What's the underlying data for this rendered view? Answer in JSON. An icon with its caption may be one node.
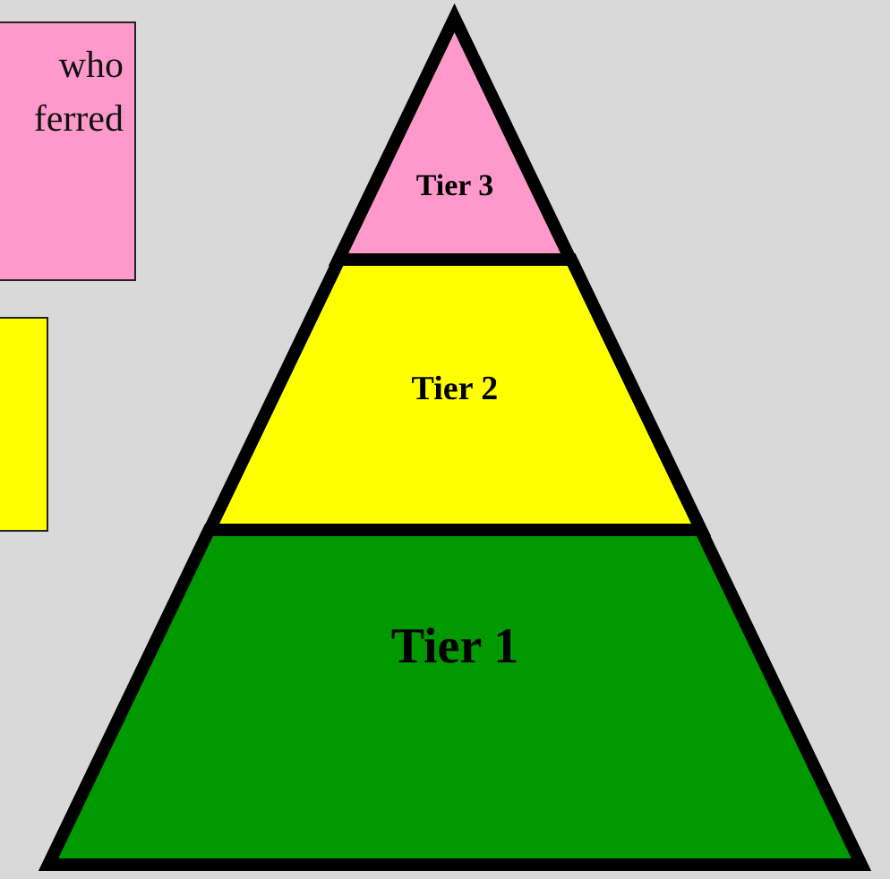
{
  "diagram": {
    "nodes": [
      {
        "text": [
          "who ferred"
        ]
      },
      {
        "text": [],
        "shape": "box"
      },
      {
        "text": [
          "Tier 3"
        ]
      },
      {
        "text": [
          "Tier 2"
        ]
      },
      {
        "text": [
          "Tier 1"
        ]
      }
    ]
  }
}
